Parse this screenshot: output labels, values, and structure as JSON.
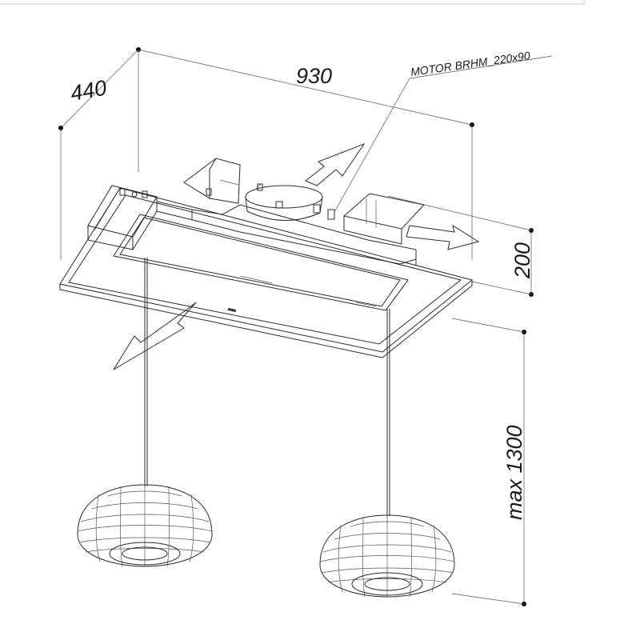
{
  "drawing": {
    "dimensions": {
      "length": "930",
      "depth": "440",
      "height": "200",
      "drop": "max 1300"
    },
    "annotations": {
      "motor": "MOTOR BRHM_220x90"
    }
  }
}
